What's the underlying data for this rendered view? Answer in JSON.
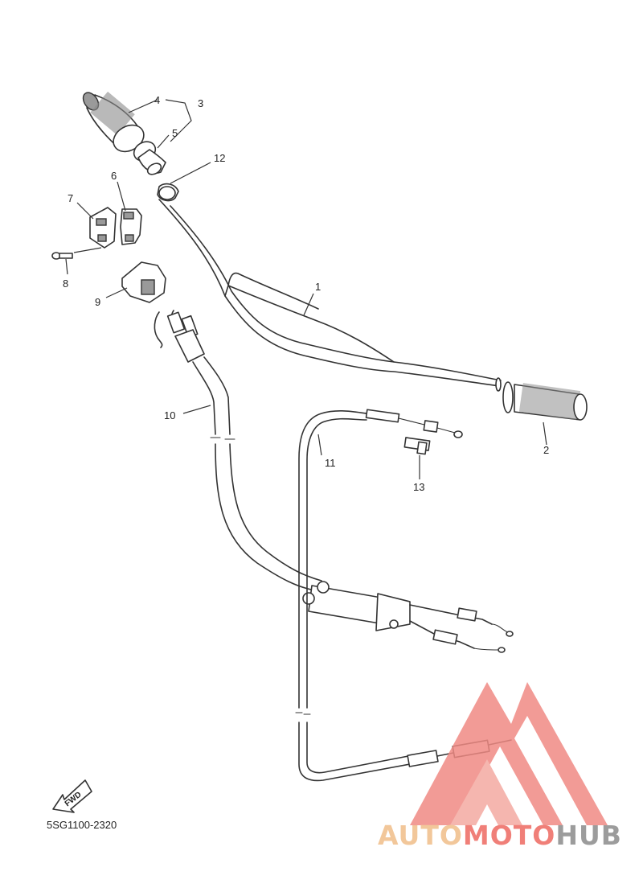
{
  "diagram": {
    "callouts": [
      {
        "id": "1",
        "label": "1"
      },
      {
        "id": "2",
        "label": "2"
      },
      {
        "id": "3",
        "label": "3"
      },
      {
        "id": "4",
        "label": "4"
      },
      {
        "id": "5",
        "label": "5"
      },
      {
        "id": "6",
        "label": "6"
      },
      {
        "id": "7",
        "label": "7"
      },
      {
        "id": "8",
        "label": "8"
      },
      {
        "id": "9",
        "label": "9"
      },
      {
        "id": "10",
        "label": "10"
      },
      {
        "id": "11",
        "label": "11"
      },
      {
        "id": "12",
        "label": "12"
      },
      {
        "id": "13",
        "label": "13"
      }
    ],
    "fwd_label": "FWD",
    "diagram_code": "5SG1100-2320"
  },
  "watermark": {
    "part1": "AUTO",
    "part2": "MOTO",
    "part3": "HUB",
    "colors": {
      "auto": "#f2c79a",
      "moto": "#f07f78",
      "hub": "#9c9c9c",
      "logo": "#f08a84"
    }
  }
}
